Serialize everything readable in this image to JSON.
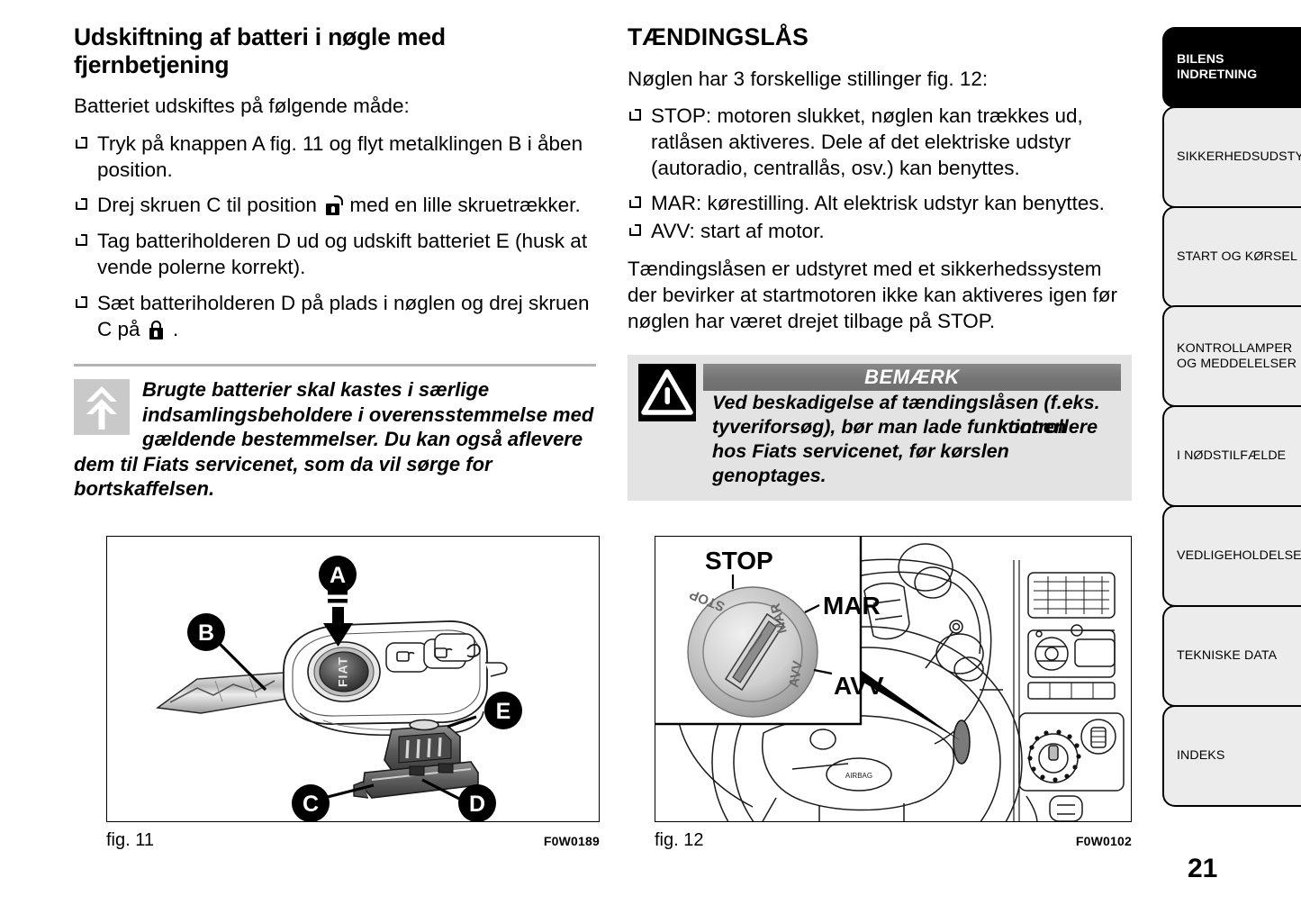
{
  "left_column": {
    "heading": "Udskiftning af batteri i nøgle med fjernbetjening",
    "intro": "Batteriet udskiftes på følgende måde:",
    "steps": [
      {
        "pre": "Tryk på knappen A fig. 11 og flyt metalklingen B i åben position.",
        "icon": "",
        "post": ""
      },
      {
        "pre": "Drej skruen C til position ",
        "icon": "padlock-open-icon",
        "post": " med en lille skruetrækker."
      },
      {
        "pre": "Tag batteriholderen D ud og udskift batteriet E (husk at vende polerne korrekt).",
        "icon": "",
        "post": ""
      },
      {
        "pre": "Sæt batteriholderen D på plads i nøglen og drej skruen C på ",
        "icon": "padlock-closed-icon",
        "post": " ."
      }
    ],
    "note": {
      "icon": "environment-tree-icon",
      "indented_text": "Brugte batterier skal kastes i særlige indsamlingsbeholdere i overensstemmelse med gældende bestemmelser. Du kan",
      "rest_text": "også aflevere dem til Fiats servicenet, som da vil sørge for bortskaffelsen."
    }
  },
  "right_column": {
    "heading": "TÆNDINGSLÅS",
    "intro": "Nøglen har 3 forskellige stillinger fig. 12:",
    "positions": [
      "STOP: motoren slukket, nøglen kan trækkes ud, ratlåsen aktiveres. Dele af det elektriske udstyr (autoradio, centrallås, osv.) kan benyttes.",
      "MAR: kørestilling. Alt elektrisk udstyr kan benyttes.",
      "AVV: start af motor."
    ],
    "paragraph": "Tændingslåsen er udstyret med et sikkerhedssystem der bevirker at startmotoren ikke kan aktiveres igen før nøglen har været drejet tilbage på STOP.",
    "warning": {
      "icon": "warning-triangle-icon",
      "title": "BEMÆRK",
      "indented_text": "Ved beskadigelse af tændingslåsen (f.eks. tyveriforsøg), bør man lade funktionen",
      "rest_text": "kontrollere hos Fiats servicenet, før kørslen genoptages."
    }
  },
  "figures": [
    {
      "id": "fig11",
      "caption": "fig. 11",
      "code": "F0W0189",
      "callouts": [
        "A",
        "B",
        "C",
        "D",
        "E"
      ],
      "key_brand": "FIAT"
    },
    {
      "id": "fig12",
      "caption": "fig. 12",
      "code": "F0W0102",
      "labels": [
        "STOP",
        "MAR",
        "AVV"
      ],
      "dial_labels": [
        "STOP",
        "MAR",
        "AVV"
      ],
      "airbag_text": "AIRBAG"
    }
  ],
  "sidebar": {
    "tabs": [
      {
        "label": "BILENS INDRETNING",
        "lines": [
          "BILENS",
          "INDRETNING"
        ],
        "active": true,
        "height": 90
      },
      {
        "label": "SIKKERHEDSUDSTYR",
        "lines": [
          "SIKKERHEDSUDSTYR"
        ],
        "active": false,
        "height": 113
      },
      {
        "label": "START OG KØRSEL",
        "lines": [
          "START OG KØRSEL"
        ],
        "active": false,
        "height": 113
      },
      {
        "label": "KONTROLLAMPER OG MEDDELELSER",
        "lines": [
          "KONTROLLAMPER",
          "OG MEDDELELSER"
        ],
        "active": false,
        "height": 113
      },
      {
        "label": "I NØDSTILFÆLDE",
        "lines": [
          "I NØDSTILFÆLDE"
        ],
        "active": false,
        "height": 113
      },
      {
        "label": "VEDLIGEHOLDELSE",
        "lines": [
          "VEDLIGEHOLDELSE"
        ],
        "active": false,
        "height": 113
      },
      {
        "label": "TEKNISKE DATA",
        "lines": [
          "TEKNISKE DATA"
        ],
        "active": false,
        "height": 113
      },
      {
        "label": "INDEKS",
        "lines": [
          "INDEKS"
        ],
        "active": false,
        "height": 113
      }
    ]
  },
  "page_number": "21",
  "colors": {
    "active_tab_bg": "#000000",
    "tab_bg": "#ececec",
    "note_env_icon_bg": "#c9c9c9",
    "note_warn_bg": "#e3e3e3",
    "warn_header_bar": "#757575",
    "rule": "#b4b4b4"
  }
}
